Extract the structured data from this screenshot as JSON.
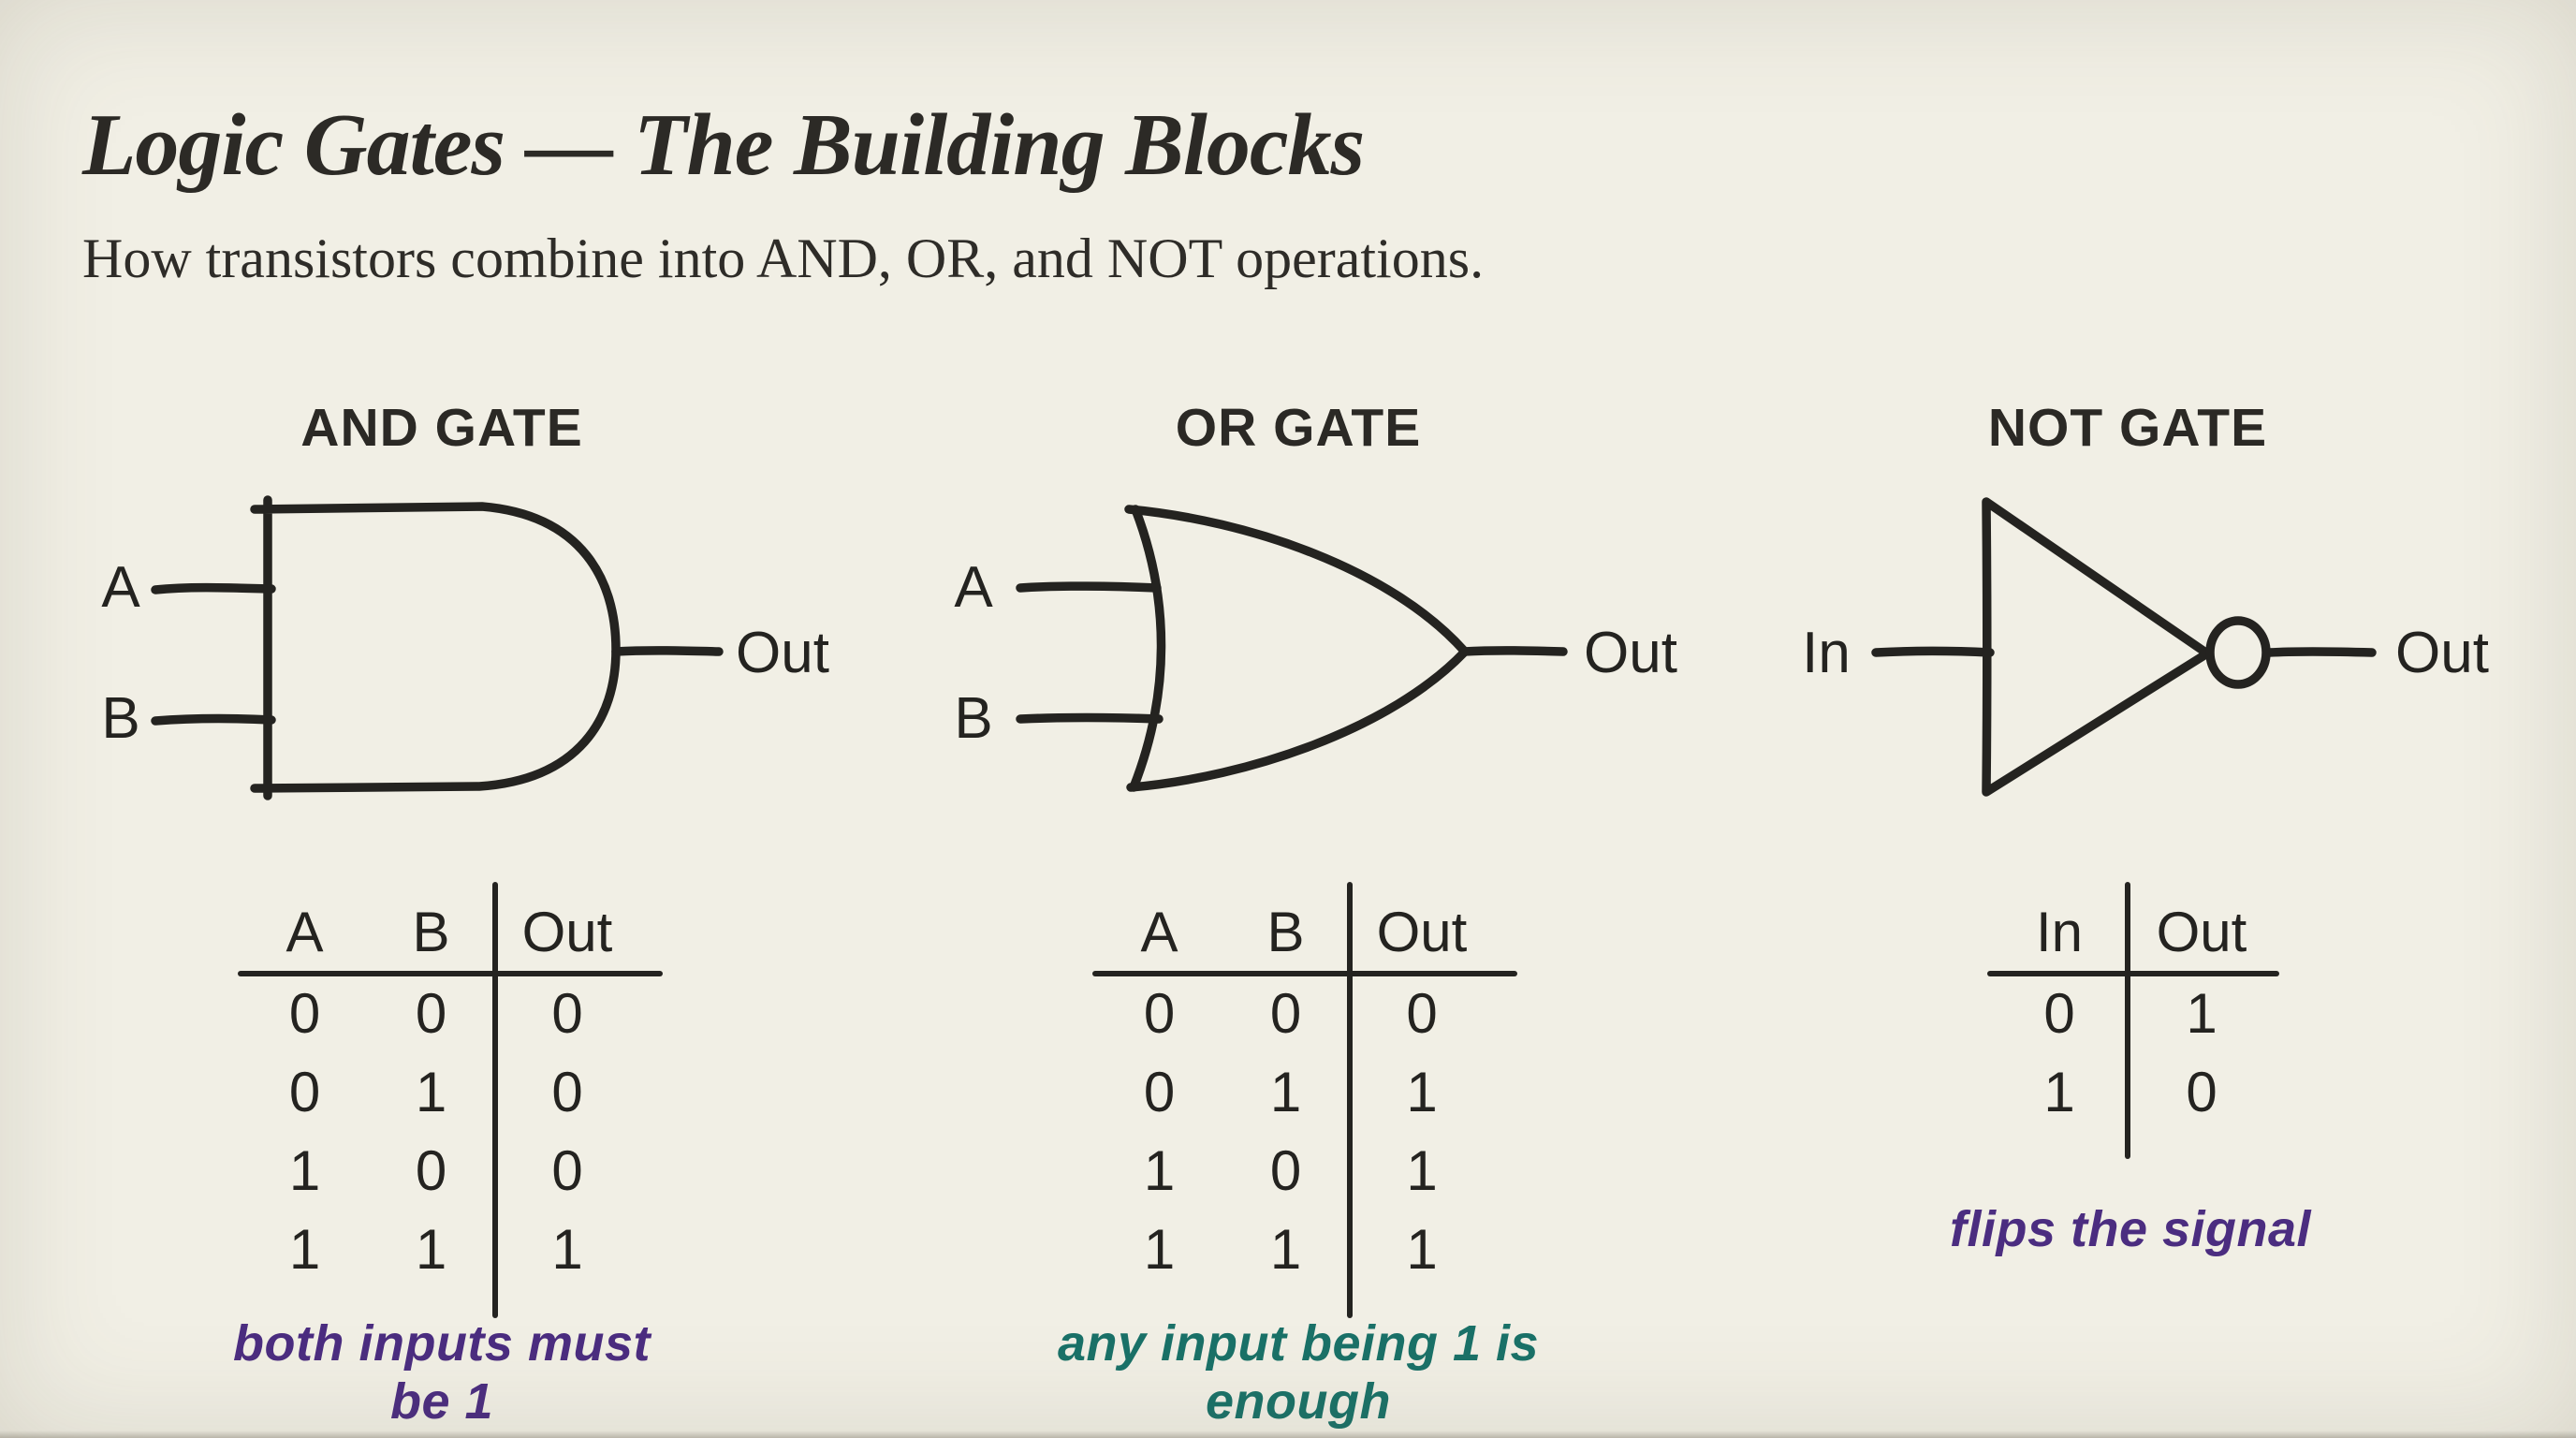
{
  "page": {
    "title": "Logic Gates — The Building Blocks",
    "subtitle": "How transistors combine into AND, OR, and NOT operations."
  },
  "colors": {
    "background": "#f1efe5",
    "ink": "#242320",
    "annotation_purple": "#4b2d80",
    "annotation_teal": "#1a7168"
  },
  "gates": {
    "and": {
      "title": "AND GATE",
      "input_a": "A",
      "input_b": "B",
      "output_label": "Out",
      "table": {
        "headers": [
          "A",
          "B",
          "Out"
        ],
        "rows": [
          [
            "0",
            "0",
            "0"
          ],
          [
            "0",
            "1",
            "0"
          ],
          [
            "1",
            "0",
            "0"
          ],
          [
            "1",
            "1",
            "1"
          ]
        ]
      },
      "note": "both inputs must be 1"
    },
    "or": {
      "title": "OR GATE",
      "input_a": "A",
      "input_b": "B",
      "output_label": "Out",
      "table": {
        "headers": [
          "A",
          "B",
          "Out"
        ],
        "rows": [
          [
            "0",
            "0",
            "0"
          ],
          [
            "0",
            "1",
            "1"
          ],
          [
            "1",
            "0",
            "1"
          ],
          [
            "1",
            "1",
            "1"
          ]
        ]
      },
      "note": "any input being 1 is enough"
    },
    "not": {
      "title": "NOT GATE",
      "input_label": "In",
      "output_label": "Out",
      "table": {
        "headers": [
          "In",
          "Out"
        ],
        "rows": [
          [
            "0",
            "1"
          ],
          [
            "1",
            "0"
          ]
        ]
      },
      "note": "flips the signal"
    }
  }
}
